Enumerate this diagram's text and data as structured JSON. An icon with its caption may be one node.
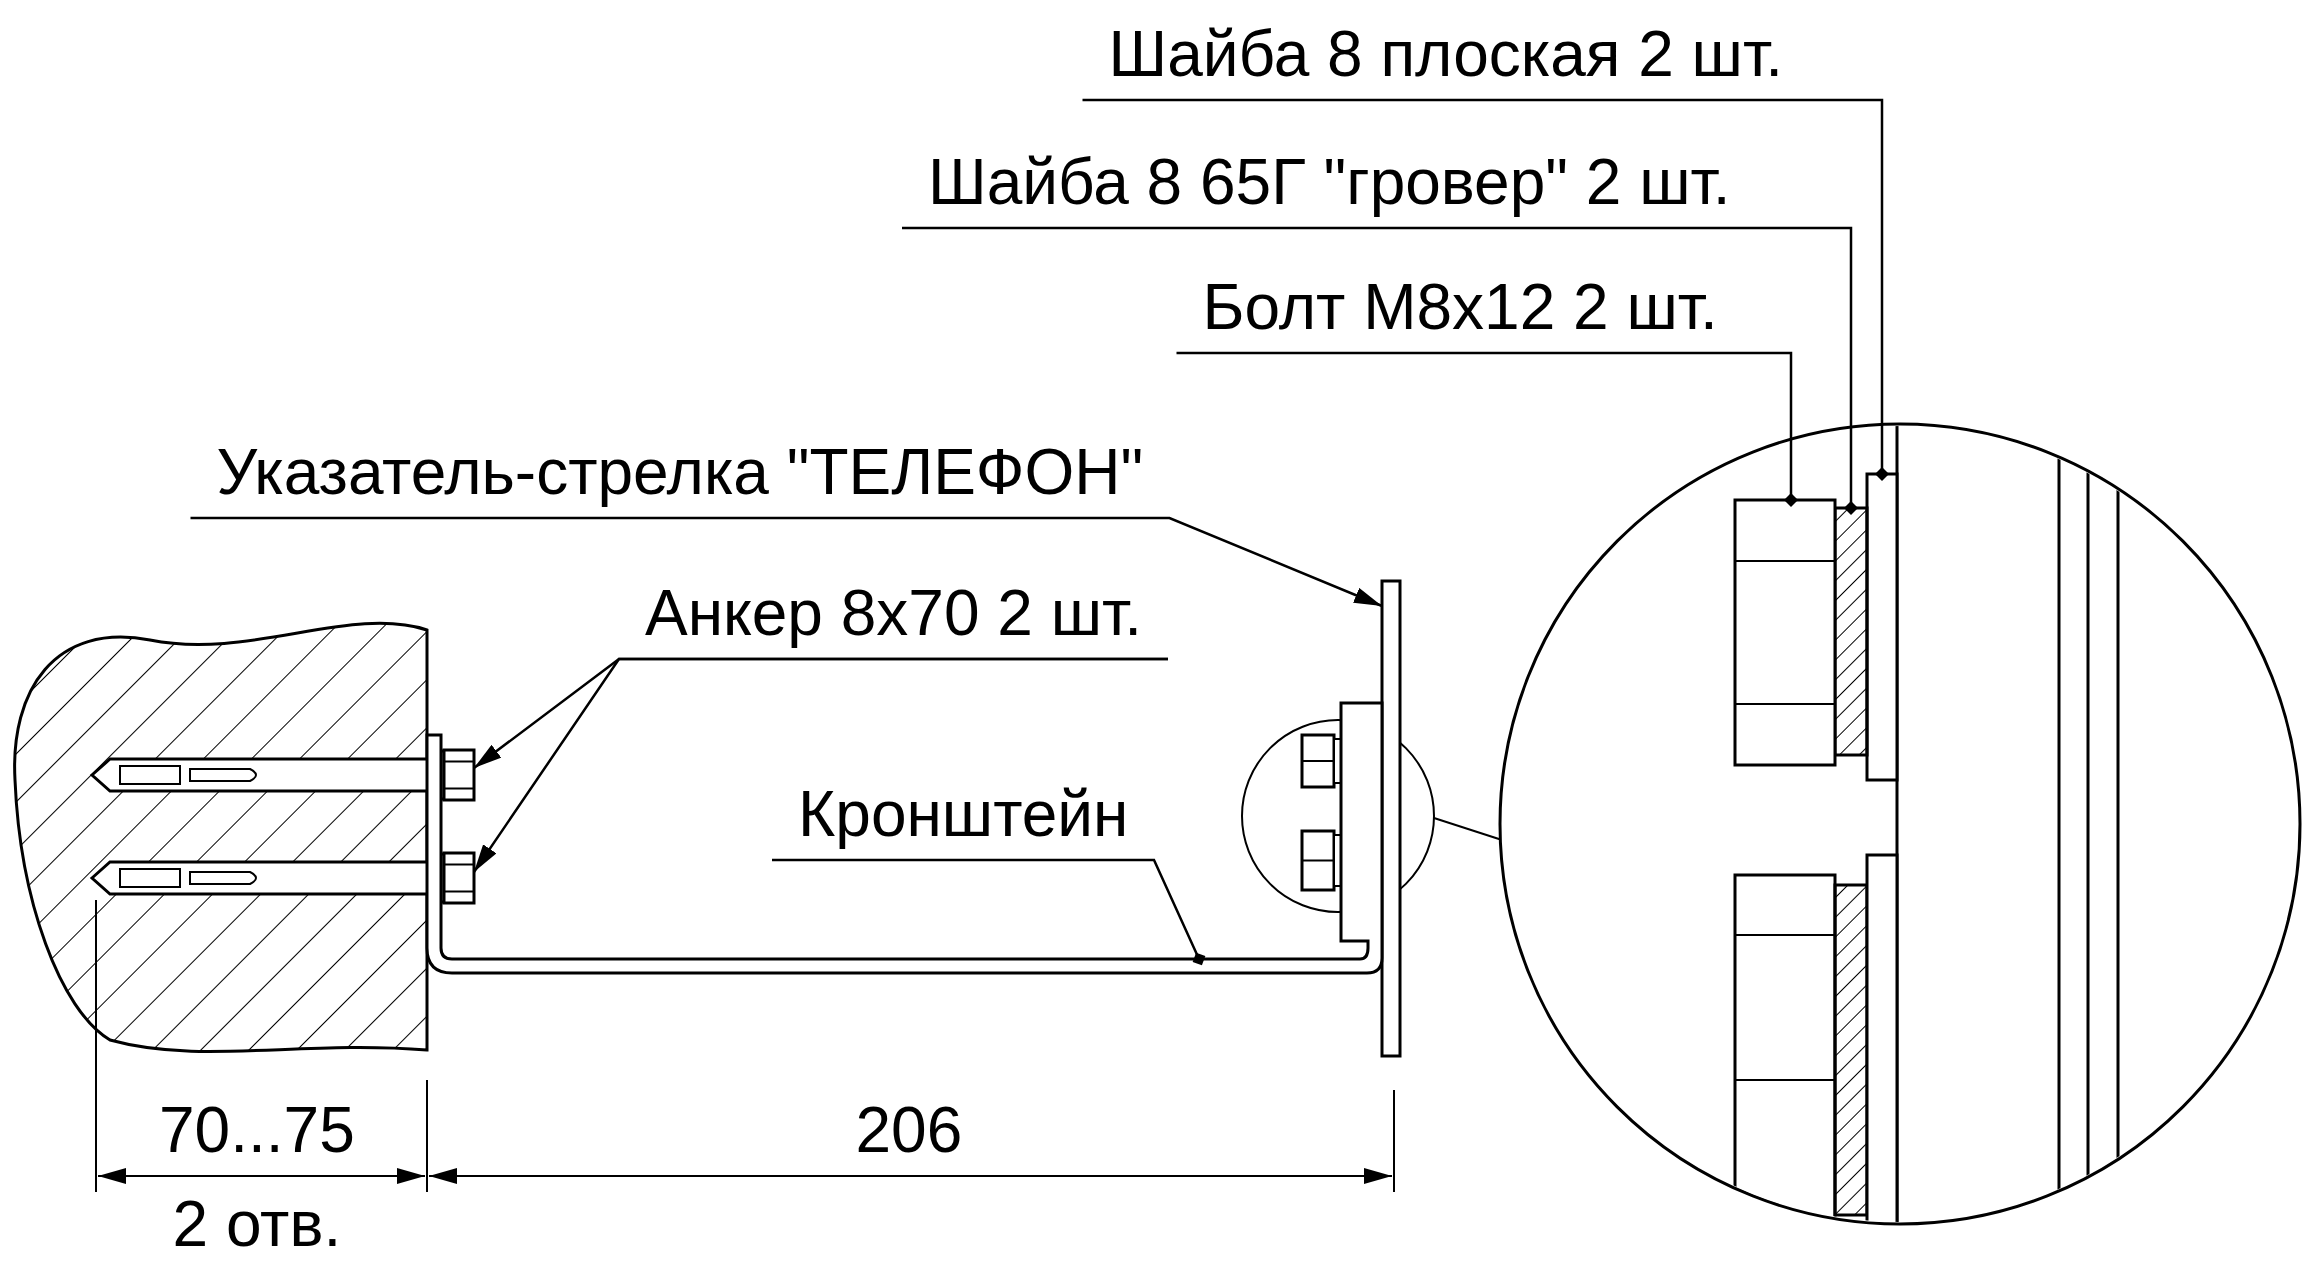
{
  "diagram": {
    "nodes": [
      {
        "text": [
          "Шайба 8 плоская 2 шт."
        ]
      },
      {
        "text": [
          "Шайба 8 65Г \"гровер\" 2 шт."
        ]
      },
      {
        "text": [
          "Болт М8х12 2 шт."
        ]
      },
      {
        "text": [
          "Указатель-стрелка \"ТЕЛЕФОН\""
        ]
      },
      {
        "text": [
          "Анкер 8х70 2 шт."
        ]
      },
      {
        "text": [
          "Кронштейн"
        ]
      },
      {
        "text": [],
        "shape": "bar"
      },
      {
        "text": [],
        "shape": "bar"
      },
      {
        "text": [],
        "shape": "box"
      },
      {
        "text": [],
        "shape": "bar"
      },
      {
        "text": [],
        "shape": "box"
      },
      {
        "text": [],
        "shape": "box"
      },
      {
        "text": [],
        "shape": "bar"
      }
    ],
    "edges": [
      {
        "from": 0,
        "to": 6,
        "arrow": "other"
      },
      {
        "from": 1,
        "to": 7,
        "arrow": "other"
      },
      {
        "from": 2,
        "to": 8,
        "arrow": "other"
      },
      {
        "from": 3,
        "to": 9,
        "arrow": "to"
      },
      {
        "from": 4,
        "to": 10,
        "arrow": "to"
      },
      {
        "from": 4,
        "to": 11,
        "arrow": "to"
      },
      {
        "from": 5,
        "to": 12,
        "arrow": "other"
      }
    ],
    "labels": [
      "70...75",
      "206",
      "2 отв."
    ]
  }
}
